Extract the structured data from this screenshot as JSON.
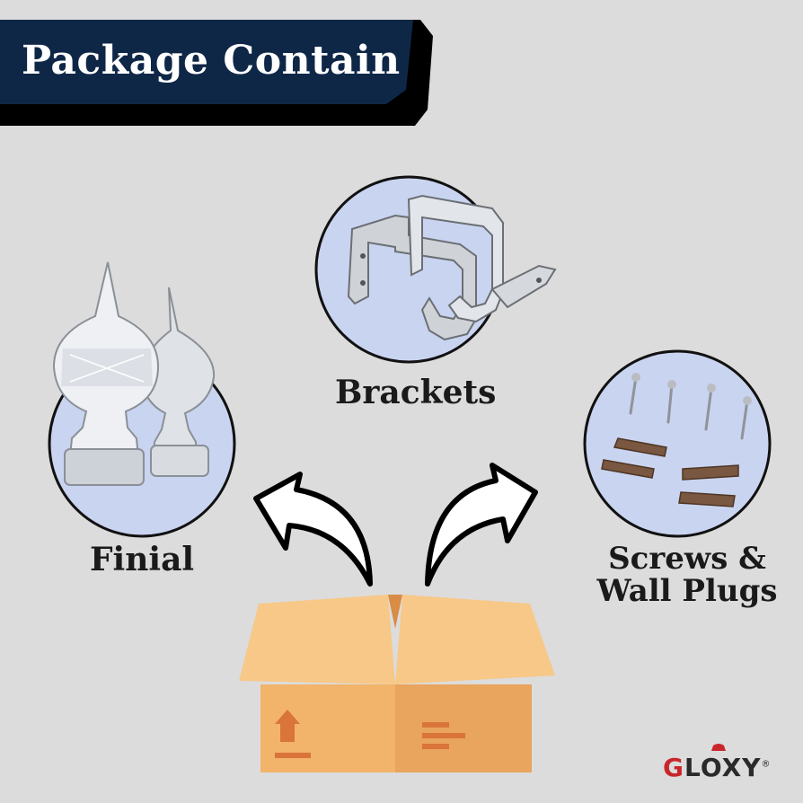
{
  "banner": {
    "title": "Package Contain"
  },
  "items": {
    "brackets": {
      "label": "Brackets"
    },
    "finial": {
      "label": "Finial"
    },
    "screws": {
      "label_line1": "Screws &",
      "label_line2": "Wall Plugs"
    }
  },
  "brand": {
    "first_letter": "G",
    "rest": "LOXY",
    "mark": "®"
  },
  "colors": {
    "background": "#dcdcdc",
    "banner": "#0f2747",
    "circle_fill": "#c9d4f0",
    "box": "#f2b36a",
    "box_light": "#f7c888"
  }
}
